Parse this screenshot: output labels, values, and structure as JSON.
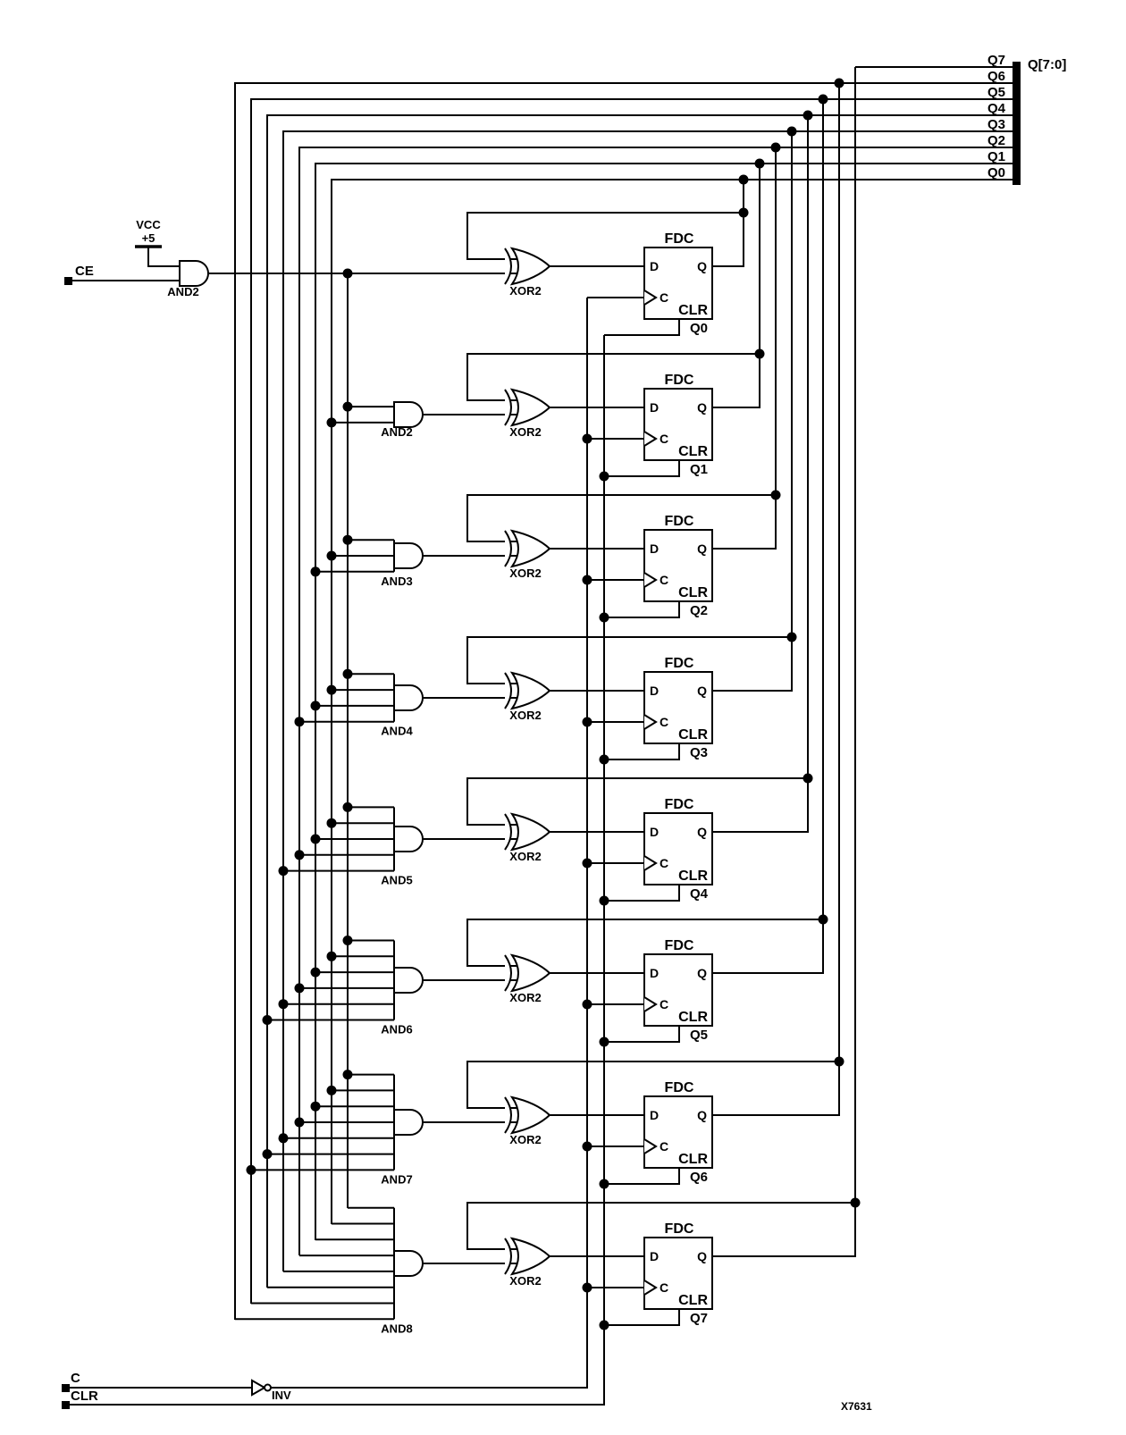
{
  "schematic": {
    "bus_label": "Q[7:0]",
    "bus_bits": [
      "Q7",
      "Q6",
      "Q5",
      "Q4",
      "Q3",
      "Q2",
      "Q1",
      "Q0"
    ],
    "figure_id": "X7631",
    "power": {
      "name": "VCC",
      "voltage": "+5"
    },
    "inputs": {
      "ce": "CE",
      "clock": "C",
      "clear": "CLR"
    },
    "inverter": "INV",
    "ff": {
      "name": "FDC",
      "d": "D",
      "q": "Q",
      "c": "C",
      "clr": "CLR"
    },
    "stage1_and": "AND2",
    "stages": [
      {
        "q": "Q0",
        "xor": "XOR2",
        "and": null
      },
      {
        "q": "Q1",
        "xor": "XOR2",
        "and": "AND2"
      },
      {
        "q": "Q2",
        "xor": "XOR2",
        "and": "AND3"
      },
      {
        "q": "Q3",
        "xor": "XOR2",
        "and": "AND4"
      },
      {
        "q": "Q4",
        "xor": "XOR2",
        "and": "AND5"
      },
      {
        "q": "Q5",
        "xor": "XOR2",
        "and": "AND6"
      },
      {
        "q": "Q6",
        "xor": "XOR2",
        "and": "AND7"
      },
      {
        "q": "Q7",
        "xor": "XOR2",
        "and": "AND8"
      }
    ]
  }
}
